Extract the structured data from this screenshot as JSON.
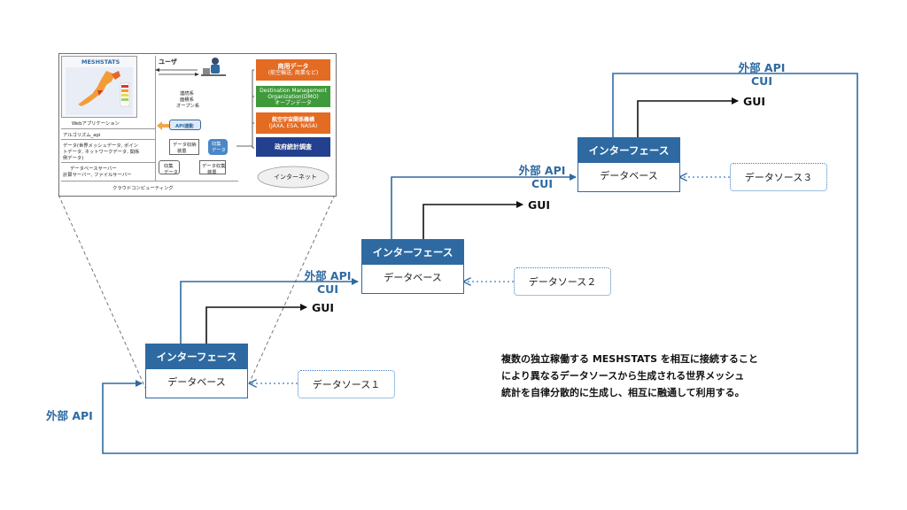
{
  "nodes": [
    {
      "interface": "インターフェース",
      "database": "データベース",
      "source": "データソース１"
    },
    {
      "interface": "インターフェース",
      "database": "データベース",
      "source": "データソース２"
    },
    {
      "interface": "インターフェース",
      "database": "データベース",
      "source": "データソース３"
    }
  ],
  "api_labels": [
    {
      "line1": "外部 API",
      "line2": "CUI"
    },
    {
      "line1": "外部 API",
      "line2": "CUI"
    },
    {
      "line1": "外部 API",
      "line2": "CUI"
    }
  ],
  "gui_label": "GUI",
  "external_api": "外部 API",
  "description": [
    "複数の独立稼働する MESHSTATS を相互に接続すること",
    "により異なるデータソースから生成される世界メッシュ",
    "統計を自律分散的に生成し、相互に融通して利用する。"
  ],
  "inset": {
    "title": "MESHSTATS",
    "user": "ユーザ",
    "web_app": "Webアプリケーション",
    "algorithm": "アルゴリズム_api",
    "data_desc": [
      "データ(世界メッシュデータ, ポイン",
      "トデータ, ネットワークデータ, 関係",
      "例データ)"
    ],
    "servers": [
      "データベースサーバー",
      "計算サーバー, ファイルサーバー"
    ],
    "cloud": "クラウドコンピューティング",
    "open_sets": [
      "連続系",
      "面積系",
      "オープン系"
    ],
    "api_link": "API連動",
    "collect_device": [
      "データ収納",
      "装置"
    ],
    "collect_data": [
      "収集",
      "データ"
    ],
    "receive_device": [
      "データ収集",
      "装置"
    ],
    "collect_small": [
      "収集",
      "データ"
    ],
    "internet": "インターネット",
    "sources": [
      {
        "title": "商用データ",
        "sub": "(航空輸送, 商業など)",
        "color": "#e46b22"
      },
      {
        "title": "Destination Management",
        "sub": "Organization(DMO)\nオープンデータ",
        "color": "#3f9a3c"
      },
      {
        "title": "航空宇宙関係機構",
        "sub": "(JAXA, ESA, NASA)",
        "color": "#e46b22"
      },
      {
        "title": "政府統計調査",
        "sub": "",
        "color": "#23408e"
      }
    ]
  },
  "colors": {
    "accent": "#2e6aa1",
    "line": "#2e6aa1",
    "black": "#111111"
  }
}
